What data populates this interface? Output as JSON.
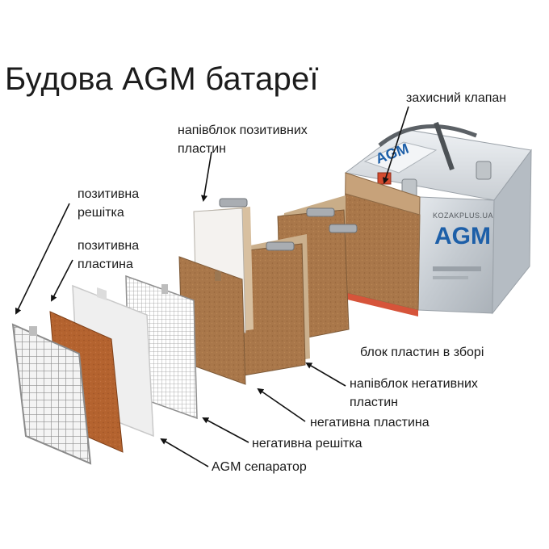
{
  "title": "Будова AGM батареї",
  "battery": {
    "brand_text": "AGM",
    "top_label": "AGM",
    "site_text": "KOZAKPLUS.UA"
  },
  "labels": {
    "safety_valve": "захисний клапан",
    "positive_halfblock": [
      "напівблок позитивних",
      "пластин"
    ],
    "positive_grid": [
      "позитивна",
      "решітка"
    ],
    "positive_plate": [
      "позитивна",
      "пластина"
    ],
    "assembled_block": "блок пластин в зборі",
    "negative_halfblock": [
      "напівблок негативних",
      "пластин"
    ],
    "negative_plate": "негативна пластина",
    "negative_grid": "негативна решітка",
    "agm_separator": "AGM сепаратор"
  },
  "colors": {
    "plate_brown": "#a9774a",
    "plate_orange": "#b4632f",
    "grid_gray": "#cfcfcf",
    "separator_white": "#efefef",
    "case_silver": "#c9ced3",
    "brand_blue": "#1d5fa8"
  }
}
